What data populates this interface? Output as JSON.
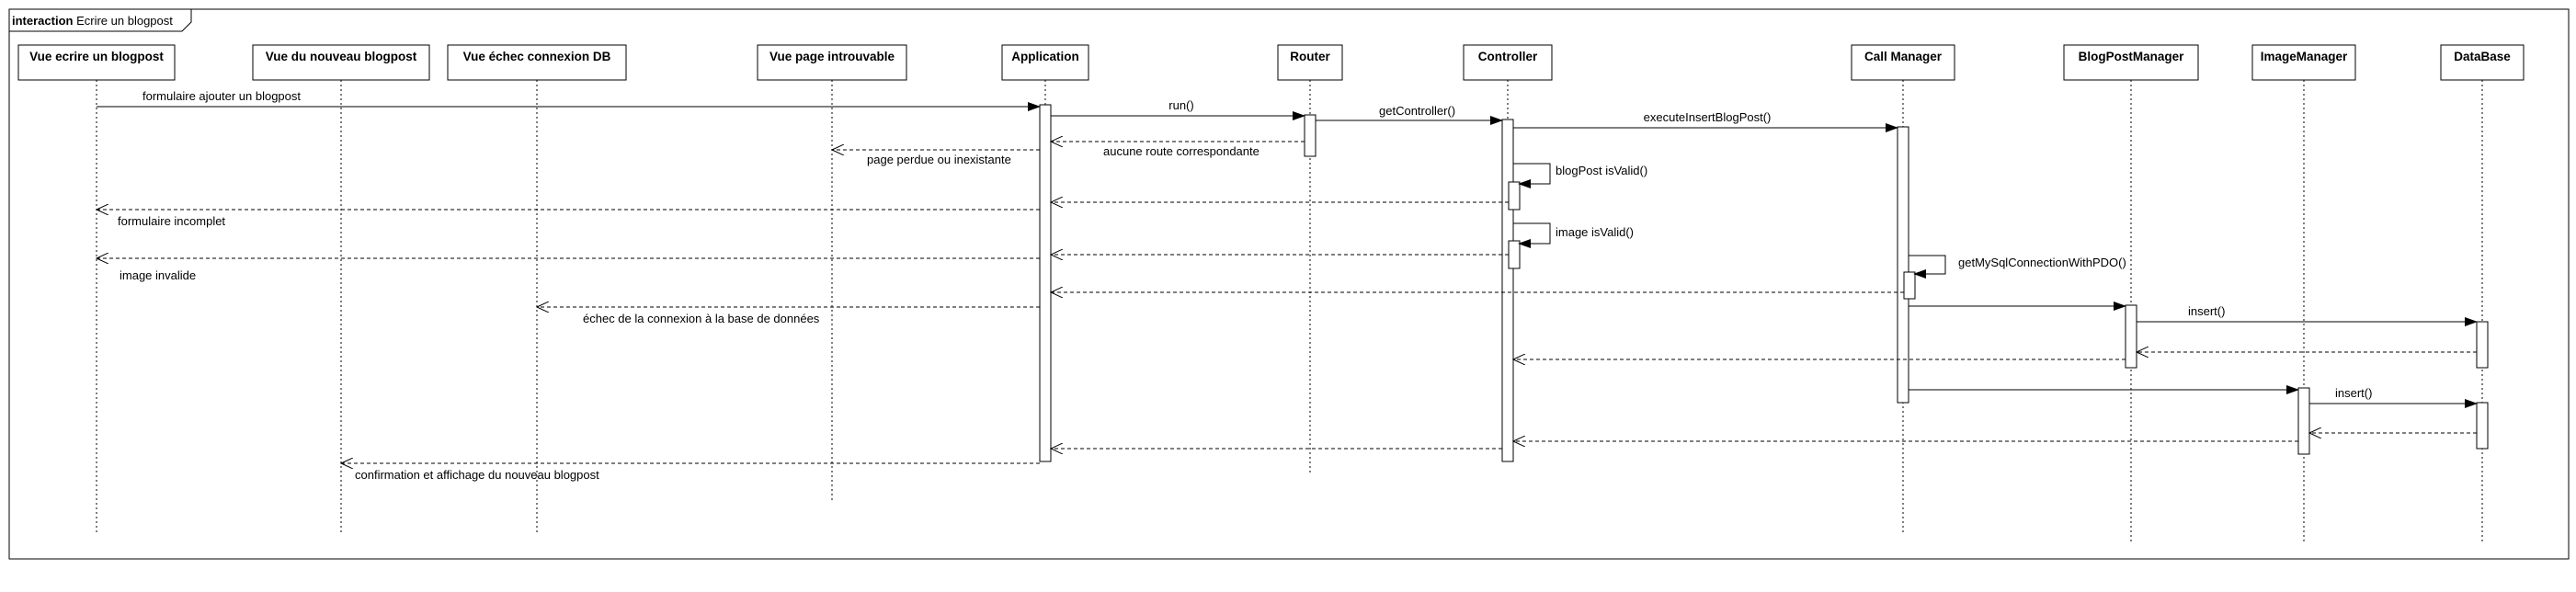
{
  "frame": {
    "keyword": "interaction",
    "name": "Ecrire un blogpost"
  },
  "lifelines": [
    {
      "id": "vue-ecrire",
      "label": "Vue ecrire un blogpost"
    },
    {
      "id": "vue-nouveau",
      "label": "Vue du nouveau blogpost"
    },
    {
      "id": "vue-echec-db",
      "label": "Vue échec connexion DB"
    },
    {
      "id": "vue-introuvable",
      "label": "Vue page introuvable"
    },
    {
      "id": "application",
      "label": "Application"
    },
    {
      "id": "router",
      "label": "Router"
    },
    {
      "id": "controller",
      "label": "Controller"
    },
    {
      "id": "call-manager",
      "label": "Call Manager"
    },
    {
      "id": "blogpost-manager",
      "label": "BlogPostManager"
    },
    {
      "id": "image-manager",
      "label": "ImageManager"
    },
    {
      "id": "database",
      "label": "DataBase"
    }
  ],
  "messages": [
    {
      "from": "vue-ecrire",
      "to": "application",
      "kind": "call",
      "label": "formulaire ajouter un blogpost"
    },
    {
      "from": "application",
      "to": "router",
      "kind": "call",
      "label": "run()"
    },
    {
      "from": "router",
      "to": "controller",
      "kind": "call",
      "label": "getController()"
    },
    {
      "from": "controller",
      "to": "call-manager",
      "kind": "call",
      "label": "executeInsertBlogPost()"
    },
    {
      "from": "router",
      "to": "application",
      "kind": "return",
      "label": "aucune route correspondante"
    },
    {
      "from": "application",
      "to": "vue-introuvable",
      "kind": "return",
      "label": "page perdue ou inexistante"
    },
    {
      "from": "controller",
      "to": "controller",
      "kind": "self",
      "label": "blogPost isValid()"
    },
    {
      "from": "controller",
      "to": "application",
      "kind": "return",
      "label": ""
    },
    {
      "from": "application",
      "to": "vue-ecrire",
      "kind": "return",
      "label": "formulaire incomplet"
    },
    {
      "from": "controller",
      "to": "controller",
      "kind": "self",
      "label": "image isValid()"
    },
    {
      "from": "controller",
      "to": "application",
      "kind": "return",
      "label": ""
    },
    {
      "from": "application",
      "to": "vue-ecrire",
      "kind": "return",
      "label": "image invalide"
    },
    {
      "from": "call-manager",
      "to": "call-manager",
      "kind": "self",
      "label": "getMySqlConnectionWithPDO()"
    },
    {
      "from": "call-manager",
      "to": "application",
      "kind": "return",
      "label": ""
    },
    {
      "from": "application",
      "to": "vue-echec-db",
      "kind": "return",
      "label": "échec de la connexion à la base de données"
    },
    {
      "from": "call-manager",
      "to": "blogpost-manager",
      "kind": "call",
      "label": ""
    },
    {
      "from": "blogpost-manager",
      "to": "database",
      "kind": "call",
      "label": "insert()"
    },
    {
      "from": "database",
      "to": "blogpost-manager",
      "kind": "return",
      "label": ""
    },
    {
      "from": "blogpost-manager",
      "to": "controller",
      "kind": "return",
      "label": ""
    },
    {
      "from": "call-manager",
      "to": "image-manager",
      "kind": "call",
      "label": ""
    },
    {
      "from": "image-manager",
      "to": "database",
      "kind": "call",
      "label": "insert()"
    },
    {
      "from": "database",
      "to": "image-manager",
      "kind": "return",
      "label": ""
    },
    {
      "from": "image-manager",
      "to": "controller",
      "kind": "return",
      "label": ""
    },
    {
      "from": "controller",
      "to": "application",
      "kind": "return",
      "label": ""
    },
    {
      "from": "application",
      "to": "vue-nouveau",
      "kind": "return",
      "label": "confirmation et affichage du nouveau blogpost"
    }
  ],
  "colors": {
    "line": "#000000",
    "background": "#ffffff"
  }
}
